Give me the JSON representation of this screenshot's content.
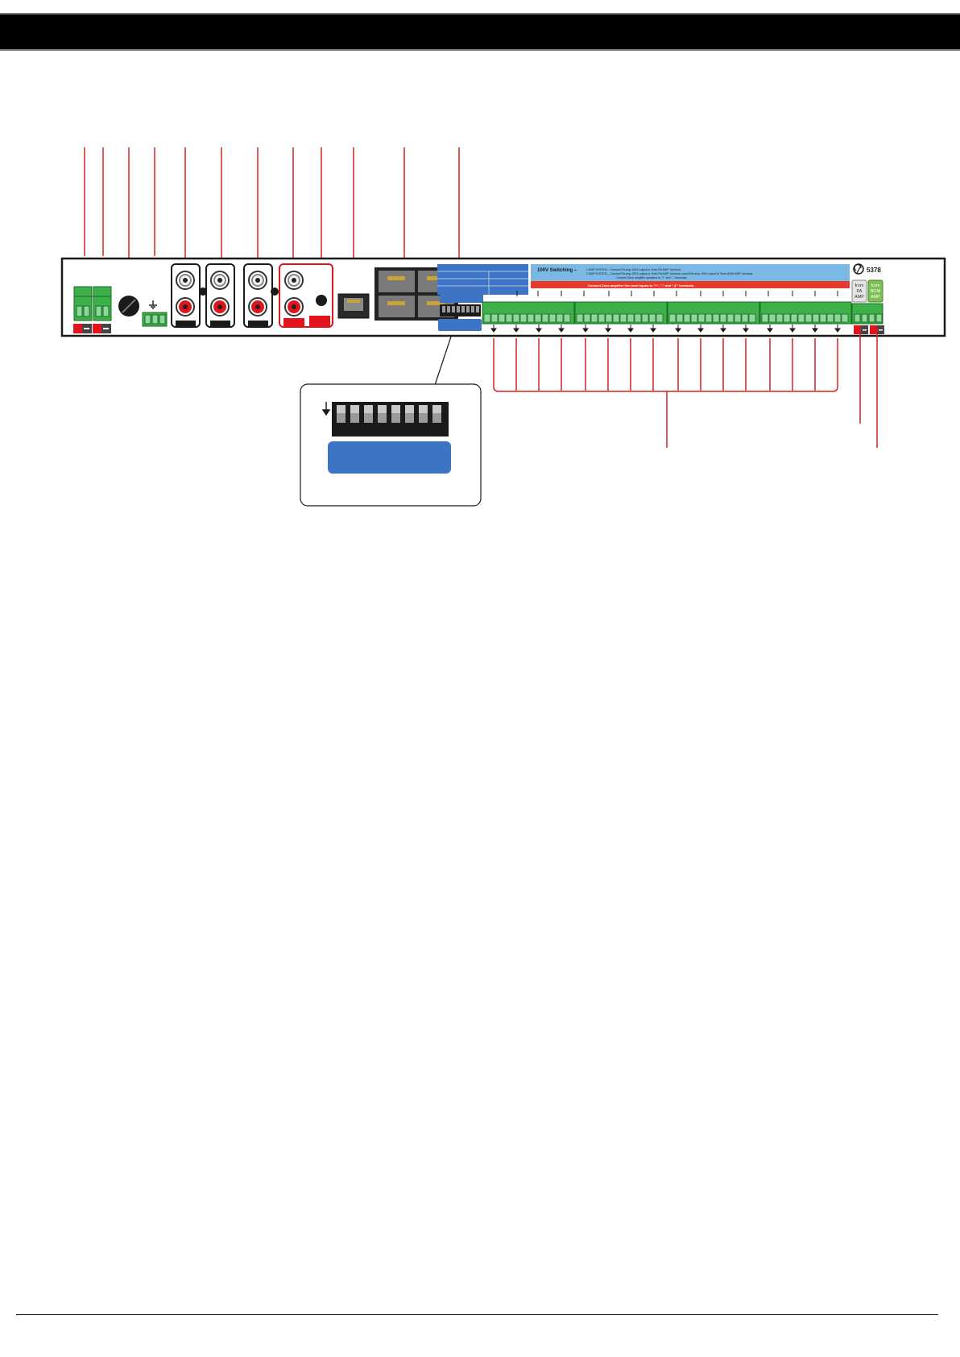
{
  "header": {
    "title": ""
  },
  "panel": {
    "switching_title": "100V Switching –",
    "switching_line1": "1 AMP SYSTEM – Connect PA amp 100V output to \"from PA AMP\" terminal.",
    "switching_line2": "2 AMP SYSTEM – Connect PA amp 100V output to \"from PA AMP\" terminal, and BGM amp 100V output to \"from BGM AMP\" terminal.",
    "switching_line3": "Connect Zone amplifier speakers to \"+\" and \"-\" terminals.",
    "warning_text": "Connect Zone amplifier line level inputs to \"+\", \"-\" and \"⏚\" terminals.",
    "cert_number": "5378",
    "from_pa_amp": [
      "from",
      "PA",
      "AMP"
    ],
    "from_bgm_amp": [
      "from",
      "BGM",
      "AMP"
    ],
    "terminal_minus": "–"
  },
  "colors": {
    "callout_line": "#d42020",
    "terminal_green": "#3db04a",
    "label_blue": "#3d74c4",
    "info_blue": "#7ab9e6",
    "warning_red": "#e63a2a",
    "rca_red": "#e1141e",
    "chassis": "#1a1a1a"
  },
  "icons": [
    "ground-icon",
    "arrow-down-icon",
    "rcm-cert-icon"
  ]
}
